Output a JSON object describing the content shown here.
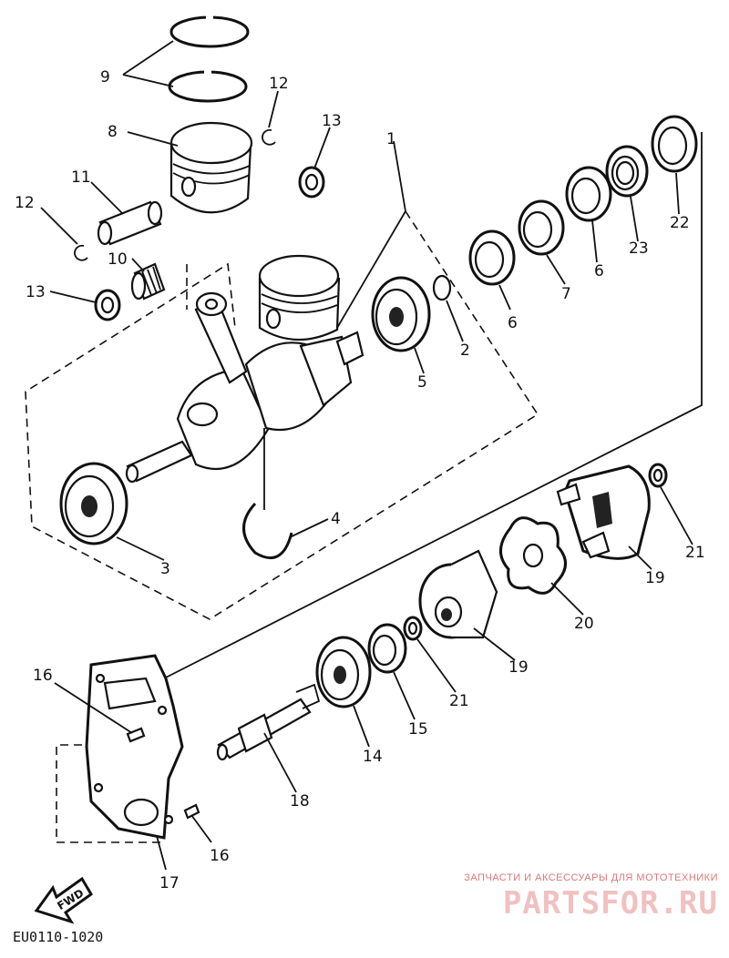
{
  "diagram": {
    "code": "EU0110-1020",
    "fwd_label": "FWD",
    "callouts": [
      {
        "id": "c1",
        "label": "1"
      },
      {
        "id": "c2",
        "label": "2"
      },
      {
        "id": "c3",
        "label": "3"
      },
      {
        "id": "c4",
        "label": "4"
      },
      {
        "id": "c5",
        "label": "5"
      },
      {
        "id": "c6a",
        "label": "6"
      },
      {
        "id": "c6b",
        "label": "6"
      },
      {
        "id": "c7",
        "label": "7"
      },
      {
        "id": "c8",
        "label": "8"
      },
      {
        "id": "c9",
        "label": "9"
      },
      {
        "id": "c10",
        "label": "10"
      },
      {
        "id": "c11",
        "label": "11"
      },
      {
        "id": "c12a",
        "label": "12"
      },
      {
        "id": "c12b",
        "label": "12"
      },
      {
        "id": "c13a",
        "label": "13"
      },
      {
        "id": "c13b",
        "label": "13"
      },
      {
        "id": "c14",
        "label": "14"
      },
      {
        "id": "c15",
        "label": "15"
      },
      {
        "id": "c16a",
        "label": "16"
      },
      {
        "id": "c16b",
        "label": "16"
      },
      {
        "id": "c17",
        "label": "17"
      },
      {
        "id": "c18",
        "label": "18"
      },
      {
        "id": "c19a",
        "label": "19"
      },
      {
        "id": "c19b",
        "label": "19"
      },
      {
        "id": "c20",
        "label": "20"
      },
      {
        "id": "c21a",
        "label": "21"
      },
      {
        "id": "c21b",
        "label": "21"
      },
      {
        "id": "c22",
        "label": "22"
      },
      {
        "id": "c23",
        "label": "23"
      }
    ]
  },
  "watermark": {
    "subtitle": "ЗАПЧАСТИ И АКСЕССУАРЫ ДЛЯ МОТОТЕХНИКИ",
    "logo": "PARTSFOR.RU"
  }
}
